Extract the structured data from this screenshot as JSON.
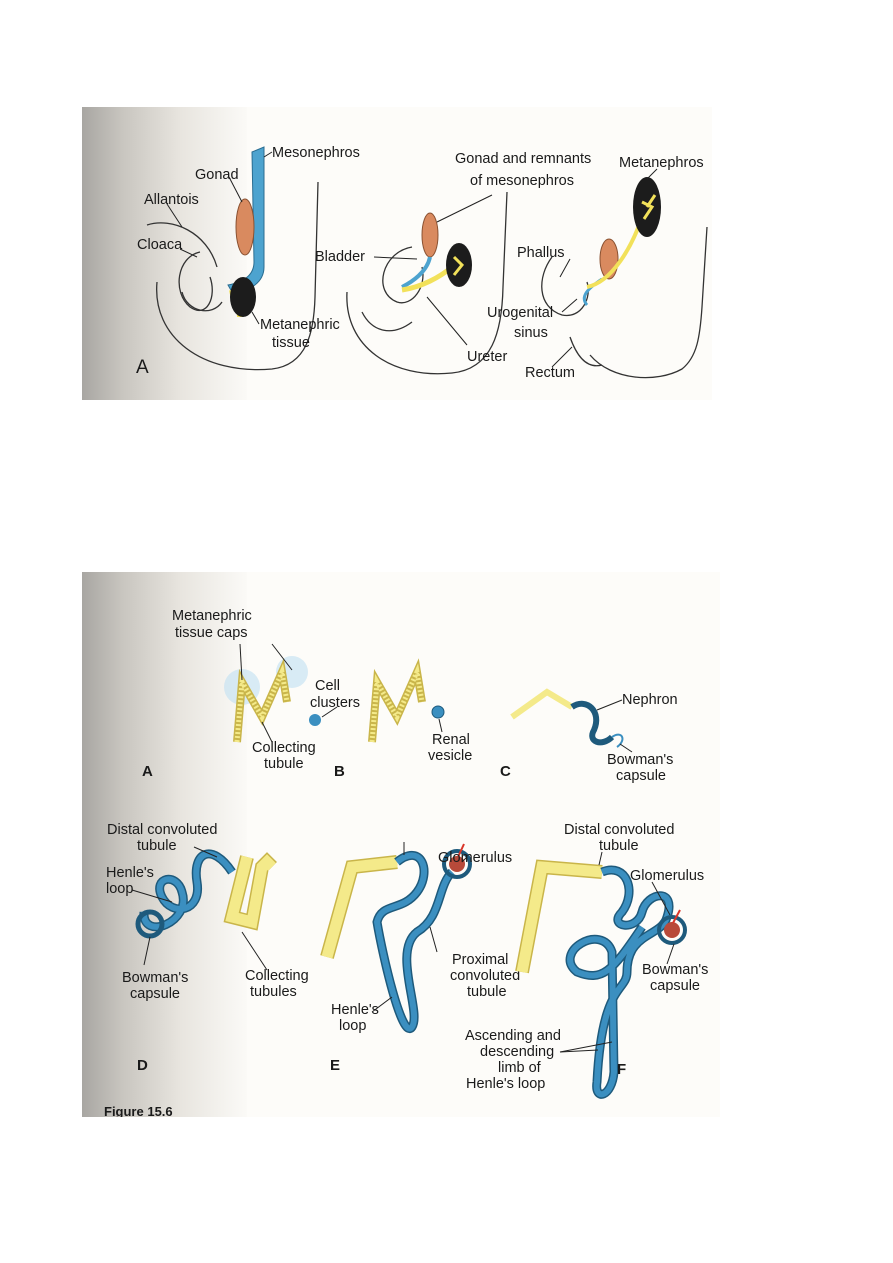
{
  "figure1": {
    "labels": {
      "mesonephros": "Mesonephros",
      "gonad": "Gonad",
      "allantois": "Allantois",
      "cloaca": "Cloaca",
      "metanephric_tissue_1": "Metanephric",
      "metanephric_tissue_2": "tissue",
      "panel_a": "A",
      "gonad_remnants_1": "Gonad and remnants",
      "gonad_remnants_2": "of mesonephros",
      "bladder": "Bladder",
      "ureter": "Ureter",
      "metanephros": "Metanephros",
      "phallus": "Phallus",
      "urogenital_sinus_1": "Urogenital",
      "urogenital_sinus_2": "sinus",
      "rectum": "Rectum"
    }
  },
  "figure2": {
    "labels": {
      "tissue_caps_1": "Metanephric",
      "tissue_caps_2": "tissue caps",
      "cell_clusters_1": "Cell",
      "cell_clusters_2": "clusters",
      "collecting_tubule_1": "Collecting",
      "collecting_tubule_2": "tubule",
      "renal_vesicle_1": "Renal",
      "renal_vesicle_2": "vesicle",
      "nephron": "Nephron",
      "bowmans_c_1": "Bowman's",
      "bowmans_c_2": "capsule",
      "panel_a": "A",
      "panel_b": "B",
      "panel_c": "C",
      "distal_d_1": "Distal convoluted",
      "distal_d_2": "tubule",
      "henle_d_1": "Henle's",
      "henle_d_2": "loop",
      "bowmans_d_1": "Bowman's",
      "bowmans_d_2": "capsule",
      "collecting_tubules_1": "Collecting",
      "collecting_tubules_2": "tubules",
      "glomerulus_e": "Glomerulus",
      "proximal_1": "Proximal",
      "proximal_2": "convoluted",
      "proximal_3": "tubule",
      "henle_e_1": "Henle's",
      "henle_e_2": "loop",
      "distal_f_1": "Distal convoluted",
      "distal_f_2": "tubule",
      "glomerulus_f": "Glomerulus",
      "bowmans_f_1": "Bowman's",
      "bowmans_f_2": "capsule",
      "ascending_1": "Ascending and",
      "ascending_2": "descending",
      "ascending_3": "limb of",
      "ascending_4": "Henle's loop",
      "panel_d": "D",
      "panel_e": "E",
      "panel_f": "F",
      "caption_fragment": "Figure 15.6"
    }
  },
  "colors": {
    "mesonephros_blue": "#4da3cf",
    "ureter_yellow": "#f2e15a",
    "gonad_orange": "#d98a5f",
    "metanephros_black": "#1c1c1c",
    "tubule_blue": "#3b8fc0",
    "collecting_yellow": "#f4ea8a"
  }
}
